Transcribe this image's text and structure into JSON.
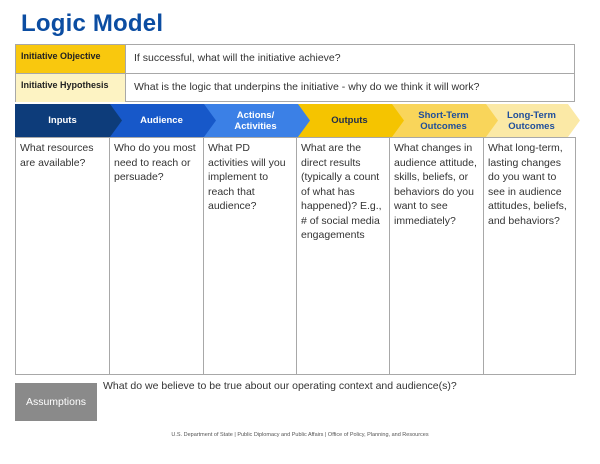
{
  "title": "Logic Model",
  "initiative": {
    "objective_label": "Initiative Objective",
    "objective_text": "If successful, what will the initiative achieve?",
    "hypothesis_label": "Initiative Hypothesis",
    "hypothesis_text": "What is the logic that underpins the initiative - why do we think it will work?"
  },
  "colors": {
    "title": "#0b4da2",
    "objective_bg": "#f9c80e",
    "hypothesis_bg": "#fdf3c3"
  },
  "columns": [
    {
      "header": "Inputs",
      "header_line2": "",
      "color": "#0d3c7a",
      "text_color": "#ffffff",
      "prompt": "What resources are available?"
    },
    {
      "header": "Audience",
      "header_line2": "",
      "color": "#1758c9",
      "text_color": "#ffffff",
      "prompt": "Who do you most need to reach or persuade?"
    },
    {
      "header": "Actions/",
      "header_line2": "Activities",
      "color": "#3b80e6",
      "text_color": "#ffffff",
      "prompt": "What PD activities will you implement to reach that audience?"
    },
    {
      "header": "Outputs",
      "header_line2": "",
      "color": "#f5c400",
      "text_color": "#1f2d4d",
      "prompt": "What are the direct results (typically a count of what has happened)? E.g., # of social media engagements"
    },
    {
      "header": "Short-Term",
      "header_line2": "Outcomes",
      "color": "#f9d55a",
      "text_color": "#1f4e9c",
      "prompt": "What changes in audience attitude, skills, beliefs, or behaviors do you want to see immediately?"
    },
    {
      "header": "Long-Term",
      "header_line2": "Outcomes",
      "color": "#fbe9a6",
      "text_color": "#1f4e9c",
      "prompt": "What long-term, lasting changes do you want to see in  audience attitudes, beliefs, and behaviors?"
    }
  ],
  "assumptions": {
    "label": "Assumptions",
    "text": "What do we believe to be true about our operating context and audience(s)?"
  },
  "footer": "U.S. Department of State | Public Diplomacy and Public Affairs | Office of Policy, Planning, and Resources"
}
